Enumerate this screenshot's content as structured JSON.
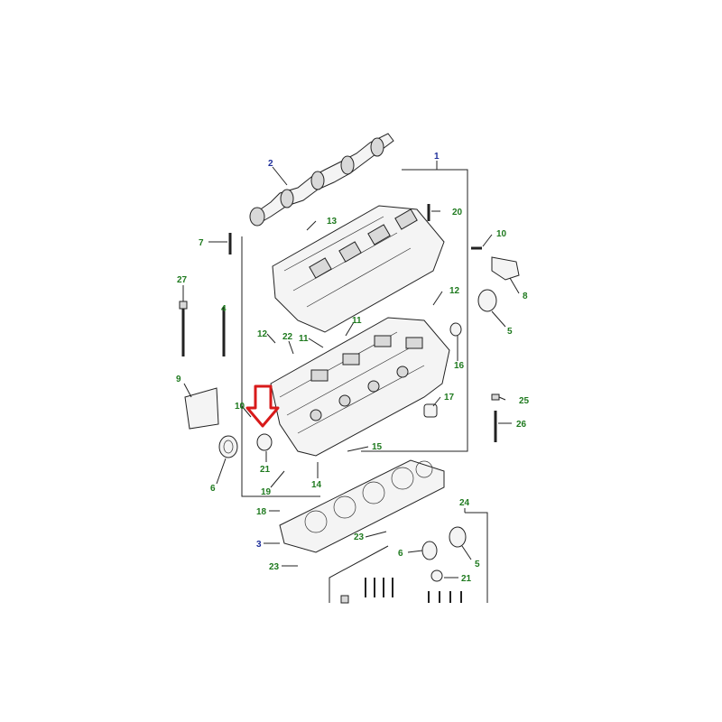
{
  "colors": {
    "callout_green": "#1f7a1f",
    "callout_blue": "#1f2f9a",
    "marker_red": "#d81a1a",
    "line": "#222222"
  },
  "callouts": {
    "c1": "1",
    "c2": "2",
    "c3": "3",
    "c4": "4",
    "c5a": "5",
    "c5b": "5",
    "c6a": "6",
    "c6b": "6",
    "c7": "7",
    "c8": "8",
    "c9": "9",
    "c10a": "10",
    "c10b": "10",
    "c11a": "11",
    "c11b": "11",
    "c12a": "12",
    "c12b": "12",
    "c13": "13",
    "c14": "14",
    "c15": "15",
    "c16": "16",
    "c17": "17",
    "c18": "18",
    "c19": "19",
    "c20": "20",
    "c21a": "21",
    "c21b": "21",
    "c22": "22",
    "c23a": "23",
    "c23b": "23",
    "c24": "24",
    "c25": "25",
    "c26": "26",
    "c27": "27"
  },
  "marker": {
    "icon": "down-arrow-icon"
  }
}
